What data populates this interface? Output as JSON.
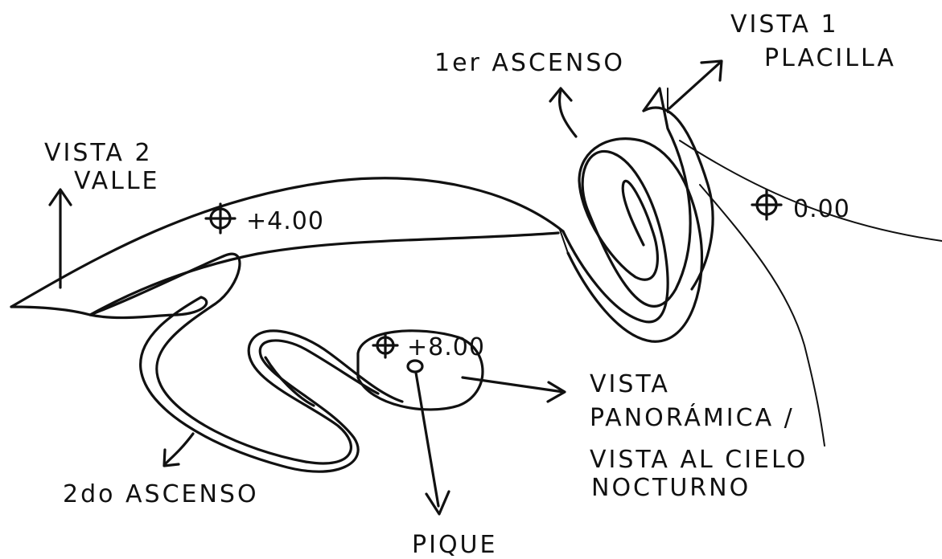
{
  "labels": {
    "vista1_line1": "VISTA 1",
    "vista1_line2": "PLACILLA",
    "ascenso1": "1er ASCENSO",
    "vista2_line1": "VISTA 2",
    "vista2_line2": "VALLE",
    "level_upper": "+4.00",
    "level_right": "0.00",
    "level_lower": "+8.00",
    "vista_panoramica_line1": "VISTA",
    "vista_panoramica_line2": "PANORÁMICA /",
    "vista_panoramica_line3": "VISTA AL CIELO",
    "vista_panoramica_line4": "NOCTURNO",
    "ascenso2": "2do ASCENSO",
    "pique": "PIQUE"
  },
  "colors": {
    "ink": "#111111",
    "paper": "#ffffff"
  }
}
